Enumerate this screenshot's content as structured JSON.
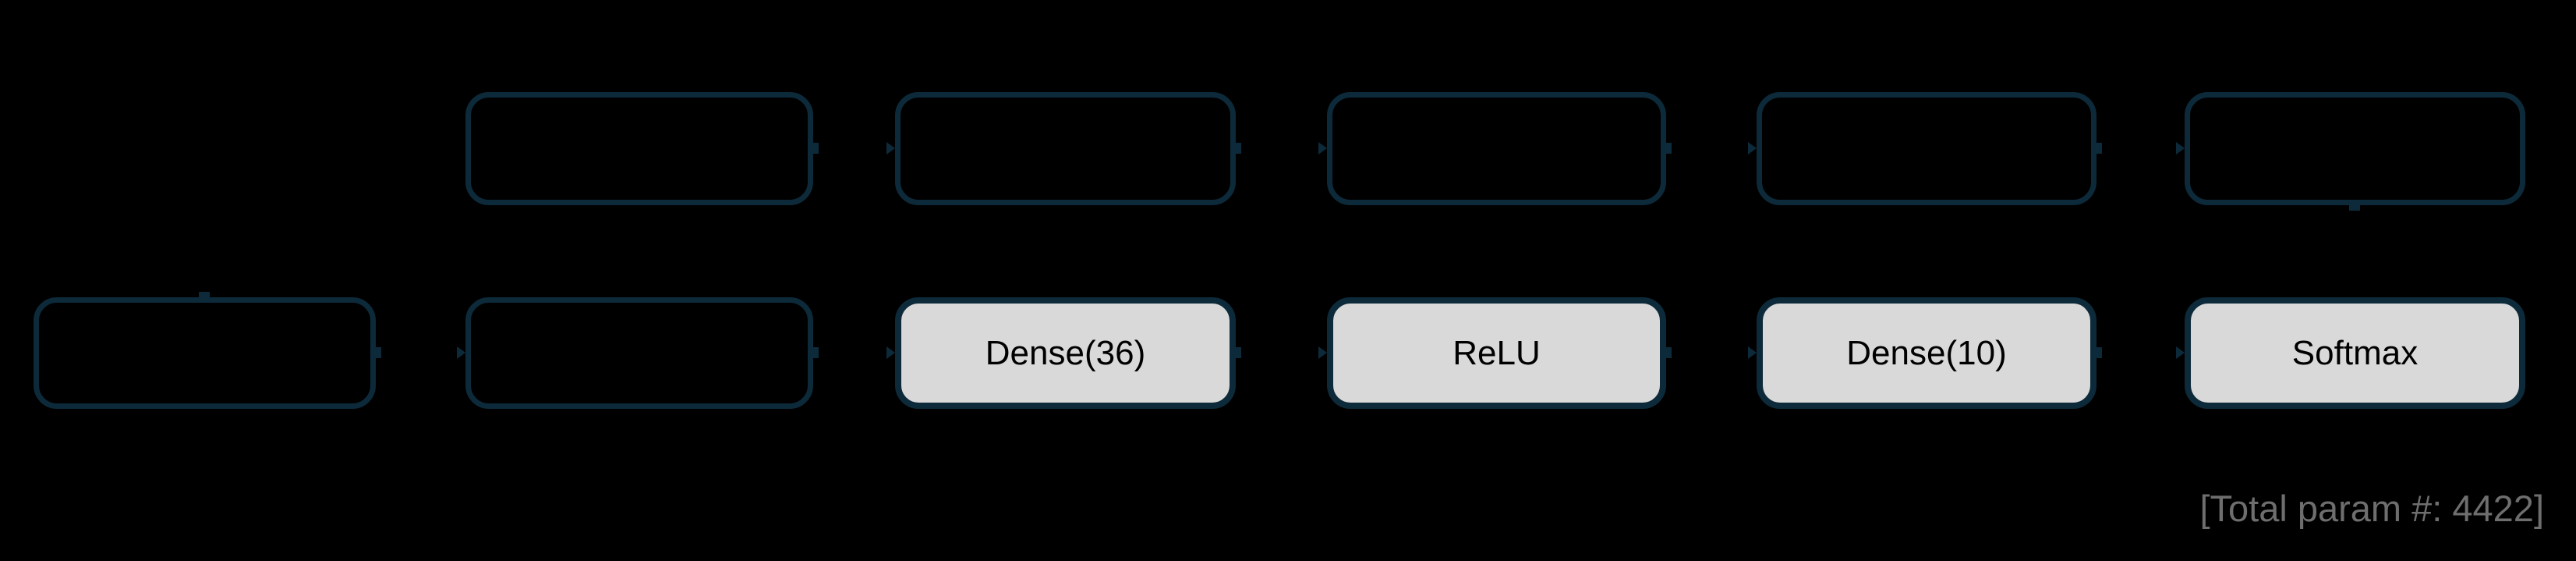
{
  "diagram": {
    "type": "neural-network-architecture-flowchart",
    "background_color": "#000000",
    "colors": {
      "background": "#000000",
      "box_border": "#0d2a3a",
      "box_fill": "#d9d9d9",
      "label_text": "#000000",
      "footer_text": "#6e6e6e"
    },
    "top_row": {
      "boxes": [
        {
          "label": ""
        },
        {
          "label": ""
        },
        {
          "label": ""
        },
        {
          "label": ""
        },
        {
          "label": ""
        }
      ]
    },
    "bottom_row": {
      "boxes": [
        {
          "label": ""
        },
        {
          "label": ""
        },
        {
          "label": "Dense(36)"
        },
        {
          "label": "ReLU"
        },
        {
          "label": "Dense(10)"
        },
        {
          "label": "Softmax"
        }
      ]
    },
    "connectors": {
      "direction": "left-to-right",
      "color": "#0d2a3a"
    },
    "footer": {
      "text": "[Total param #: 4422]"
    }
  }
}
